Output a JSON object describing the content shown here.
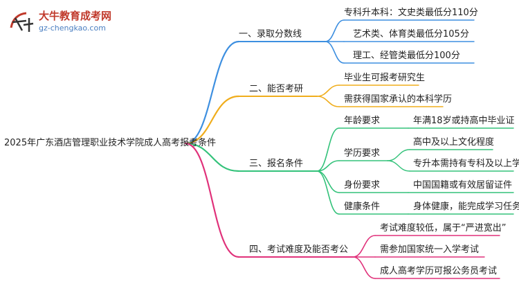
{
  "logo": {
    "title": "大牛教育成考网",
    "url": "gz-chengkao.com"
  },
  "root": "2025年广东酒店管理职业技术学院成人高考报考条件",
  "branches": [
    {
      "label": "一、录取分数线",
      "color": "#3d8fe0",
      "children": [
        {
          "label": "专科升本科：文史类最低分110分"
        },
        {
          "label": "艺术类、体育类最低分105分"
        },
        {
          "label": "理工、经管类最低分100分"
        }
      ]
    },
    {
      "label": "二、能否考研",
      "color": "#f0ad1c",
      "children": [
        {
          "label": "毕业生可报考研究生"
        },
        {
          "label": "需获得国家承认的本科学历"
        }
      ]
    },
    {
      "label": "三、报名条件",
      "color": "#33c27a",
      "children": [
        {
          "label": "年龄要求",
          "children": [
            {
              "label": "年满18岁或持高中毕业证"
            }
          ]
        },
        {
          "label": "学历要求",
          "children": [
            {
              "label": "高中及以上文化程度"
            },
            {
              "label": "专升本需持有专科及以上学历"
            }
          ]
        },
        {
          "label": "身份要求",
          "children": [
            {
              "label": "中国国籍或有效居留证件"
            }
          ]
        },
        {
          "label": "健康条件",
          "children": [
            {
              "label": "身体健康，能完成学习任务"
            }
          ]
        }
      ]
    },
    {
      "label": "四、考试难度及能否考公",
      "color": "#e0317a",
      "children": [
        {
          "label": "考试难度较低，属于“严进宽出”"
        },
        {
          "label": "需参加国家统一入学考试"
        },
        {
          "label": "成人高考学历可报公务员考试"
        }
      ]
    }
  ]
}
